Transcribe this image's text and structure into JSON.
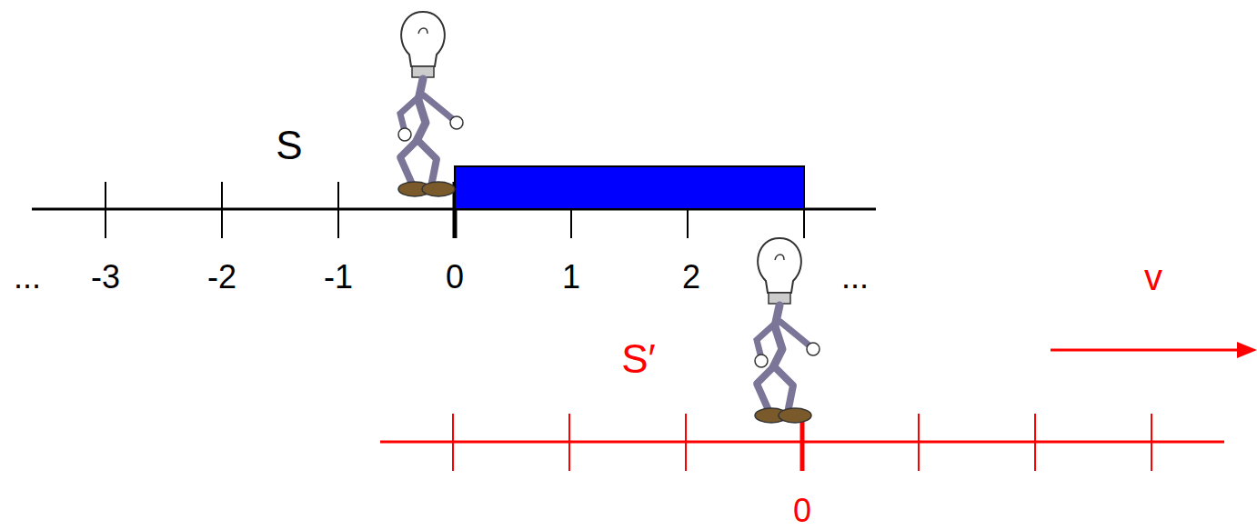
{
  "diagram": {
    "labels": [
      "...",
      "-3",
      "-2",
      "-1",
      "0",
      "1",
      "2",
      "...",
      "S",
      "S′",
      "v",
      "0"
    ]
  }
}
